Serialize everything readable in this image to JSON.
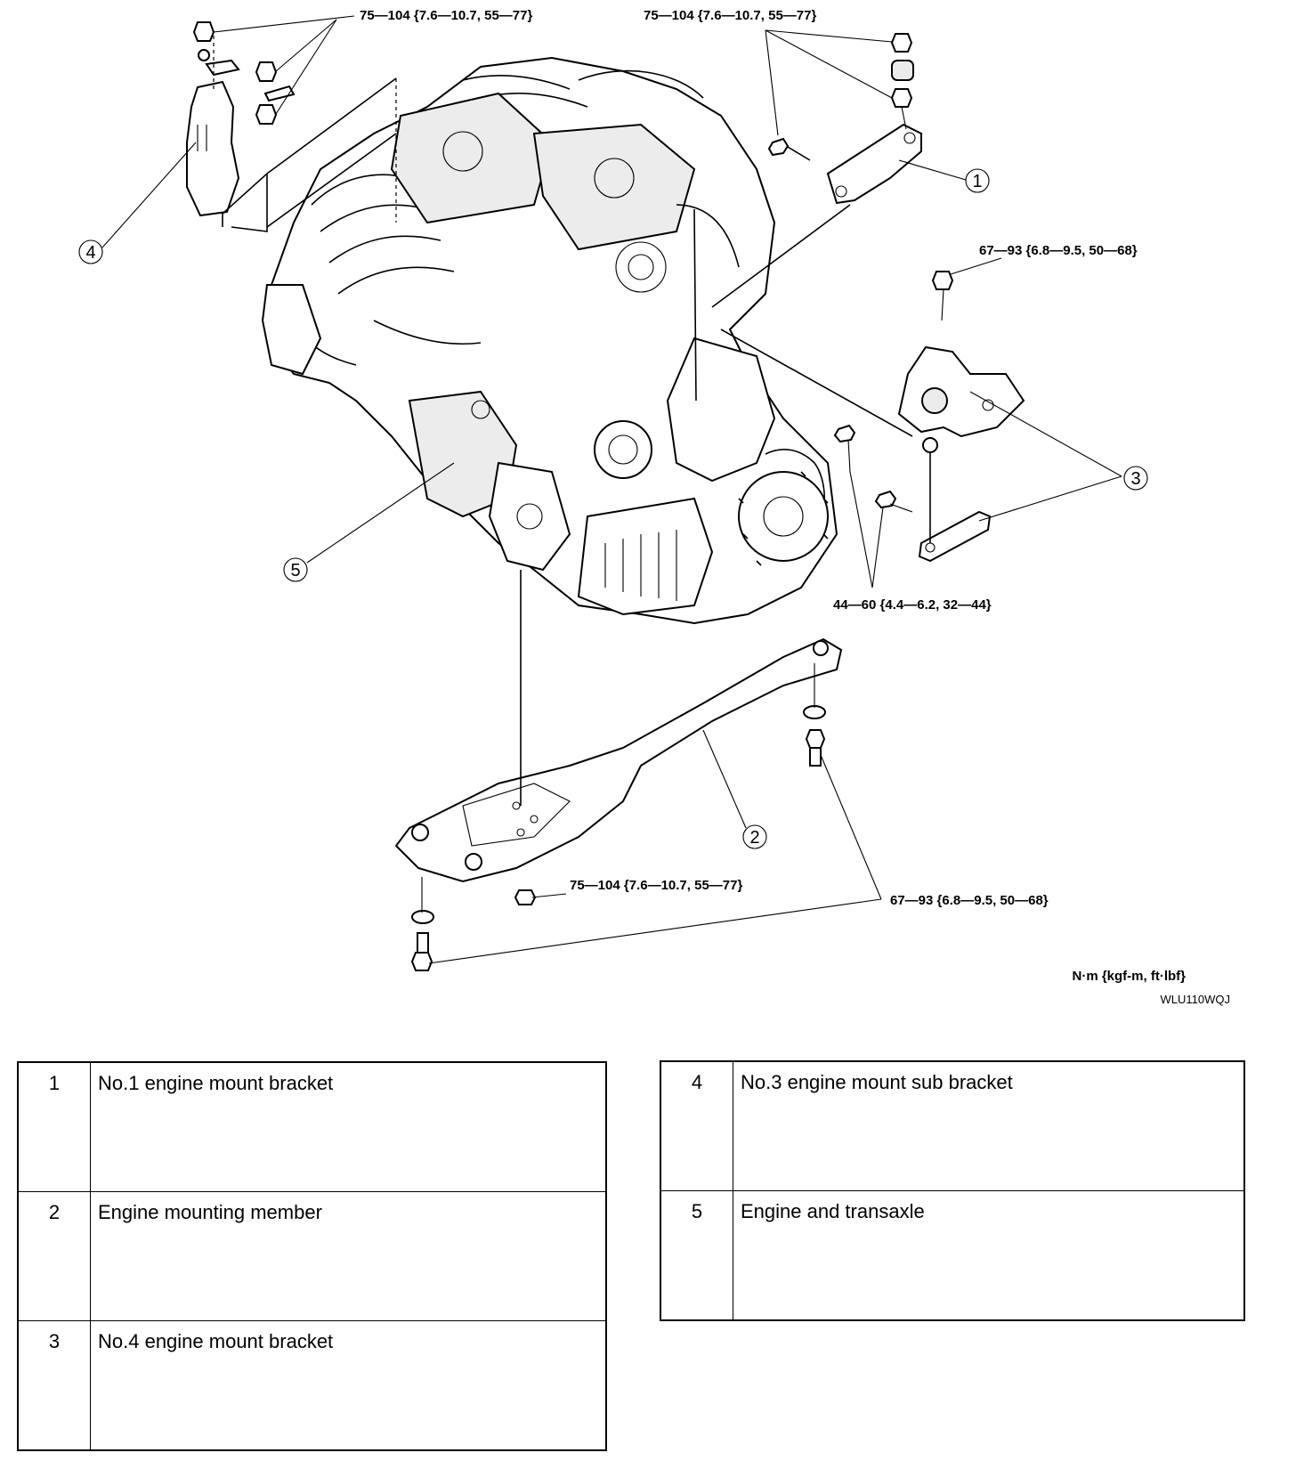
{
  "diagram": {
    "torque_top_left": "75—104 {7.6—10.7, 55—77}",
    "torque_top_right": "75—104 {7.6—10.7, 55—77}",
    "torque_mount4_top": "67—93 {6.8—9.5, 50—68}",
    "torque_mount4_bottom": "44—60 {4.4—6.2, 32—44}",
    "torque_member_center": "75—104 {7.6—10.7, 55—77}",
    "torque_member_right": "67—93 {6.8—9.5, 50—68}",
    "units_label": "N·m {kgf-m, ft·lbf}",
    "figure_code": "WLU110WQJ",
    "callouts": {
      "c1": "1",
      "c2": "2",
      "c3": "3",
      "c4": "4",
      "c5": "5"
    }
  },
  "legend": {
    "left": [
      {
        "num": "1",
        "label": "No.1 engine mount bracket"
      },
      {
        "num": "2",
        "label": "Engine mounting member"
      },
      {
        "num": "3",
        "label": "No.4 engine mount bracket"
      }
    ],
    "right": [
      {
        "num": "4",
        "label": "No.3 engine mount sub bracket"
      },
      {
        "num": "5",
        "label": "Engine and transaxle"
      }
    ]
  }
}
